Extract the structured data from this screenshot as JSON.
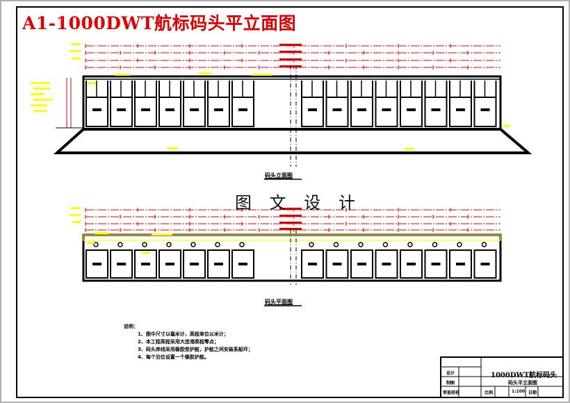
{
  "title": "A1-1000DWT航标码头平立面图",
  "watermark": "图 文 设 计",
  "elevation_caption": "码头立面图",
  "plan_caption": "码头平面图",
  "notes": {
    "title": "说明：",
    "lines": [
      "1、图中尺寸以毫米计，高程单位以米计；",
      "2、本工程高程采用大连港高程零点；",
      "3、码头岸线采用橡胶型护舷，护舷之间安装系船环；",
      "4、每个泊位设置一个橡胶护舷。"
    ]
  },
  "title_block": {
    "project_name": "1000DWT航标码头",
    "drawing_name": "码头平立面图",
    "designer_label": "设计",
    "drafter_label": "制图",
    "checker_label": "审查校核",
    "scale_label": "比例",
    "scale_value": "1:100",
    "date_label": "日期"
  },
  "colors": {
    "outline": "#000000",
    "dimension": "#e00000",
    "annotation": "#ffff00",
    "title_red": "#e00000"
  }
}
